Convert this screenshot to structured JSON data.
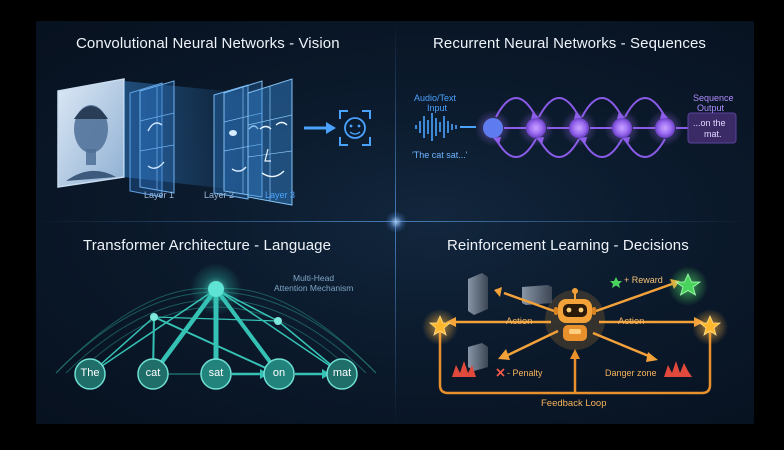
{
  "cnn": {
    "title": "Convolutional Neural Networks - Vision",
    "layers": [
      "Layer 1",
      "Layer 2",
      "Layer 3"
    ]
  },
  "rnn": {
    "title": "Recurrent Neural Networks - Sequences",
    "input_label_1": "Audio/Text",
    "input_label_2": "Input",
    "input_example": "'The cat sat...'",
    "output_label_1": "Sequence",
    "output_label_2": "Output",
    "output_example_1": "...on the",
    "output_example_2": "mat."
  },
  "transformer": {
    "title": "Transformer Architecture - Language",
    "mechanism_1": "Multi-Head",
    "mechanism_2": "Attention Mechanism",
    "tokens": [
      "The",
      "cat",
      "sat",
      "on",
      "mat"
    ]
  },
  "rl": {
    "title": "Reinforcement Learning - Decisions",
    "action_left": "Action",
    "action_right": "Action",
    "reward": "+ Reward",
    "penalty": "- Penalty",
    "danger": "Danger zone",
    "feedback": "Feedback Loop"
  },
  "colors": {
    "accent_blue": "#4aa3ff",
    "rnn_purple": "#9b6cf0",
    "transformer_teal": "#3fc9bd",
    "rl_orange": "#f3a23a",
    "reward_green": "#4ad35c",
    "danger_red": "#e0493b"
  }
}
